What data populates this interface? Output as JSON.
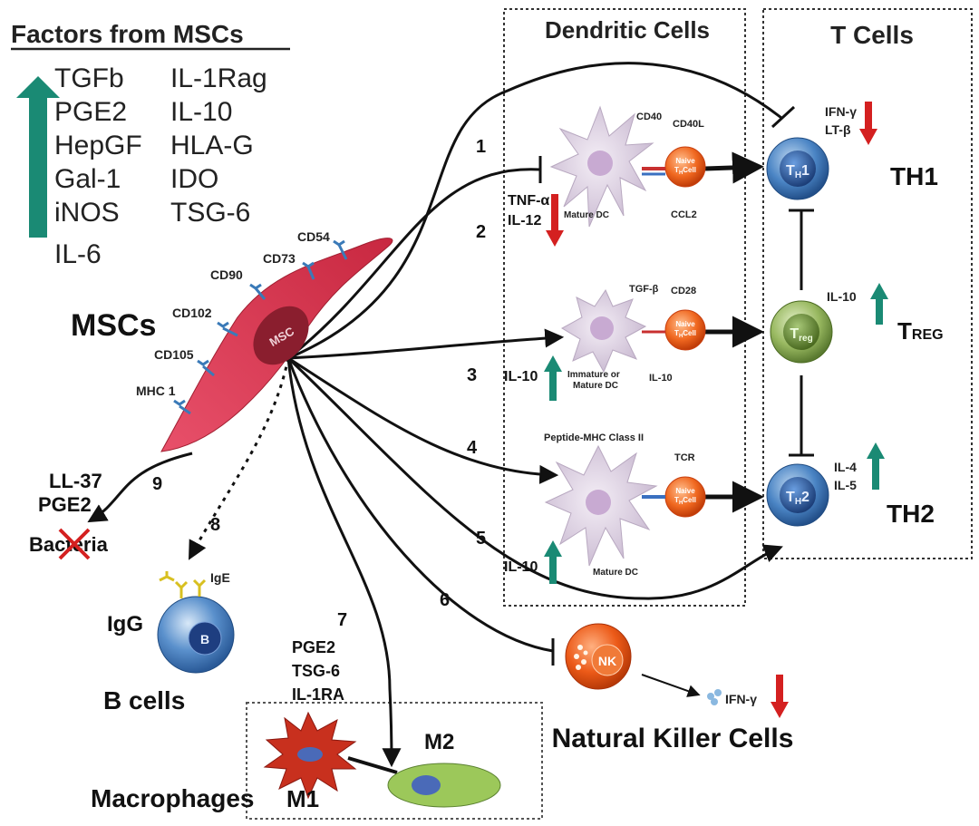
{
  "factors": {
    "heading": "Factors from MSCs",
    "col1": [
      "TGFb",
      "PGE2",
      "HepGF",
      "Gal-1",
      "iNOS",
      "IL-6"
    ],
    "col2": [
      "IL-1Rag",
      "IL-10",
      "HLA-G",
      "IDO",
      "TSG-6"
    ]
  },
  "msc": {
    "title": "MSCs",
    "cell_label": "MSC",
    "markers": [
      "CD54",
      "CD73",
      "CD90",
      "CD102",
      "CD105",
      "MHC 1"
    ]
  },
  "sections": {
    "dendritic": "Dendritic Cells",
    "tcells": "T Cells",
    "nk": "Natural Killer Cells",
    "b": "B cells",
    "macrophages": "Macrophages"
  },
  "pathway_numbers": [
    "1",
    "2",
    "3",
    "4",
    "5",
    "6",
    "7",
    "8",
    "9"
  ],
  "dc": {
    "dc1": {
      "label": "Mature DC",
      "cd40": "CD40",
      "cd40l": "CD40L",
      "ccl2": "CCL2",
      "tnf": "TNF-α",
      "il12": "IL-12"
    },
    "dc2": {
      "label1": "Immature or",
      "label2": "Mature DC",
      "tgfb": "TGF-β",
      "cd28": "CD28",
      "il10_small": "IL-10",
      "il10_side": "IL-10"
    },
    "dc3": {
      "label": "Mature DC",
      "pmhc": "Peptide-MHC Class II",
      "tcr": "TCR",
      "il10_side": "IL-10"
    },
    "naive_label1": "Naive",
    "naive_label2": "T",
    "naive_label2_sub": "H",
    "naive_label3": "Cell"
  },
  "tcells": {
    "th1": {
      "label": "TH1",
      "cytokine1": "IFN-γ",
      "cytokine2": "LT-β",
      "cell_main": "T",
      "cell_sub": "H",
      "cell_suffix": "1"
    },
    "treg": {
      "label_main": "T",
      "label_sub": "REG",
      "cytokine": "IL-10",
      "cell_main": "T",
      "cell_sub": "reg"
    },
    "th2": {
      "label": "TH2",
      "cytokine1": "IL-4",
      "cytokine2": "IL-5",
      "cell_main": "T",
      "cell_sub": "H",
      "cell_suffix": "2"
    }
  },
  "nk": {
    "cell_label": "NK",
    "ifn": "IFN-γ"
  },
  "bacteria": {
    "ll37": "LL-37",
    "pge2": "PGE2",
    "label": "Bacteria"
  },
  "bcell": {
    "cell_label": "B",
    "igg": "IgG",
    "ige": "IgE"
  },
  "macro_factors": [
    "PGE2",
    "TSG-6",
    "IL-1RA"
  ],
  "macro": {
    "m1": "M1",
    "m2": "M2"
  },
  "colors": {
    "up": "#1a8a74",
    "down": "#d42020",
    "msc": "#d8354a",
    "naive": "#e85a18",
    "tcell": "#3870b0",
    "treg": "#7aa040",
    "nk": "#e8501a",
    "bcell": "#3a78c0",
    "m1": "#c8301e",
    "m2": "#9cc85a"
  }
}
